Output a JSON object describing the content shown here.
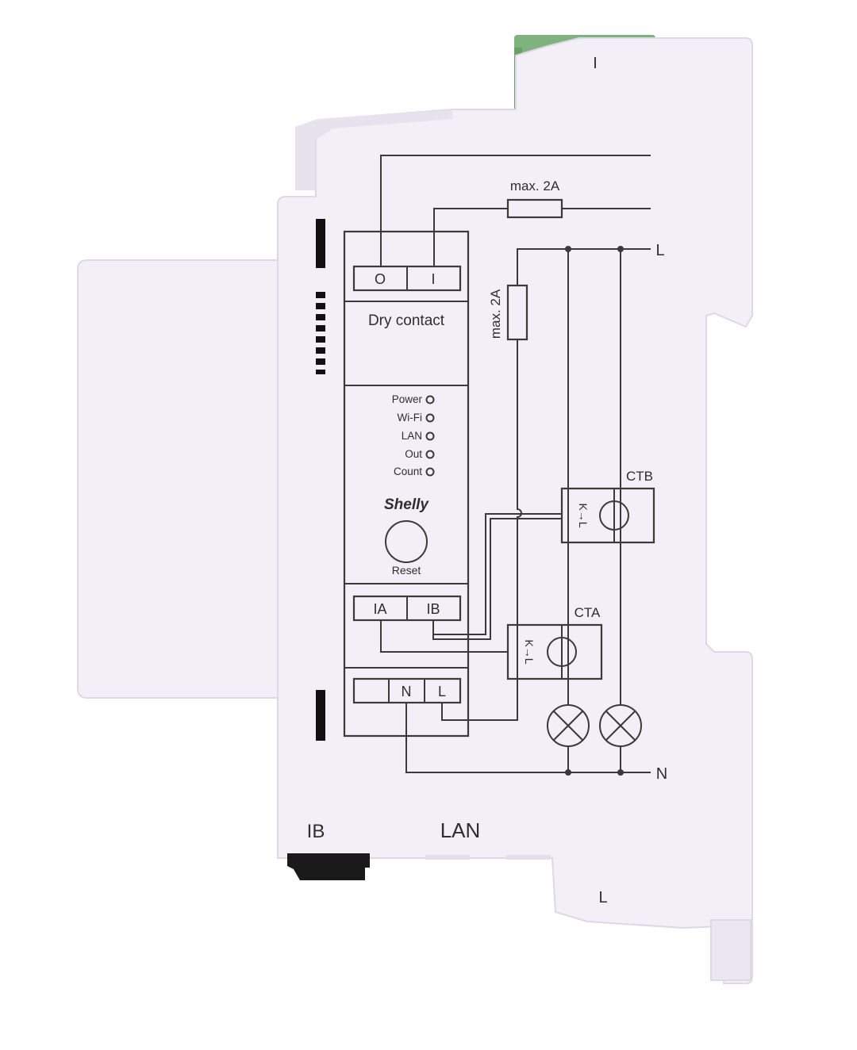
{
  "device": {
    "brand": "Shelly",
    "body_color": "#f2eff6",
    "line_color": "#3a3a3a"
  },
  "terminals": {
    "top_right": "I",
    "dry_contact_left": "O",
    "dry_contact_right": "I",
    "ct_left": "IA",
    "ct_right": "IB",
    "power_blank": "",
    "power_n": "N",
    "power_l": "L"
  },
  "labels": {
    "dry_contact": "Dry contact",
    "fuse_top": "max. 2A",
    "fuse_side": "max. 2A",
    "line_l": "L",
    "line_n": "N",
    "ctb": "CTB",
    "cta": "CTA",
    "ct_arrow": "K→L",
    "reset": "Reset",
    "bottom_ib": "IB",
    "bottom_lan": "LAN",
    "bottom_l": "L"
  },
  "leds": [
    {
      "label": "Power"
    },
    {
      "label": "Wi-Fi"
    },
    {
      "label": "LAN"
    },
    {
      "label": "Out"
    },
    {
      "label": "Count"
    }
  ]
}
